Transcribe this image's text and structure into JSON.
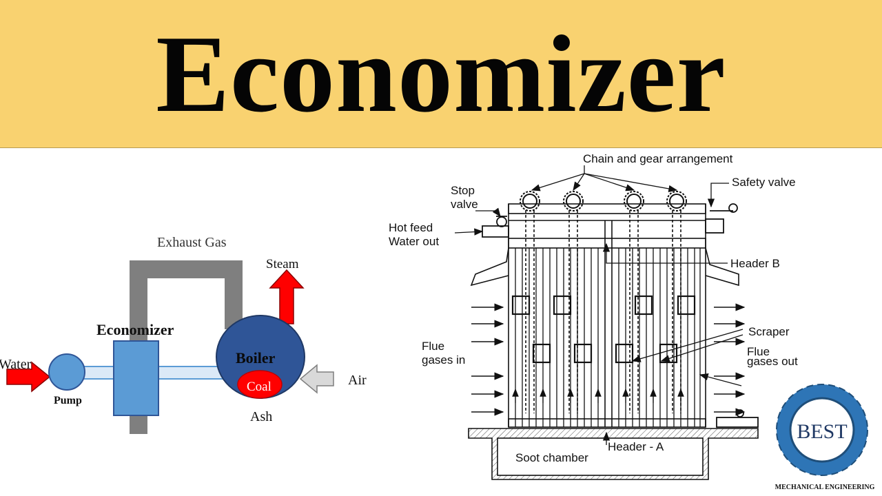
{
  "header": {
    "title": "Economizer"
  },
  "schematic": {
    "water": "Water",
    "pump": "Pump",
    "economizer": "Economizer",
    "exhaust_gas": "Exhaust Gas",
    "steam": "Steam",
    "boiler": "Boiler",
    "coal": "Coal",
    "air": "Air",
    "ash": "Ash"
  },
  "cross_section": {
    "chain_gear": "Chain and gear arrangement",
    "safety_valve": "Safety valve",
    "stop_valve_1": "Stop",
    "stop_valve_2": "valve",
    "hot_feed_1": "Hot feed",
    "hot_feed_2": "Water out",
    "header_b": "Header B",
    "scraper": "Scraper",
    "flue_in_1": "Flue",
    "flue_in_2": "gases in",
    "flue_out_1": "Flue",
    "flue_out_2": "gases out",
    "header_a": "Header - A",
    "soot_chamber": "Soot chamber"
  },
  "logo": {
    "text": "BEST",
    "caption": "MECHANICAL ENGINEERING"
  },
  "colors": {
    "banner": "#f9d270",
    "boiler": "#2f5597",
    "component": "#5b9bd5",
    "flow_arrow": "#ff0000",
    "duct": "#7f7f7f",
    "gear": "#2e75b6"
  }
}
